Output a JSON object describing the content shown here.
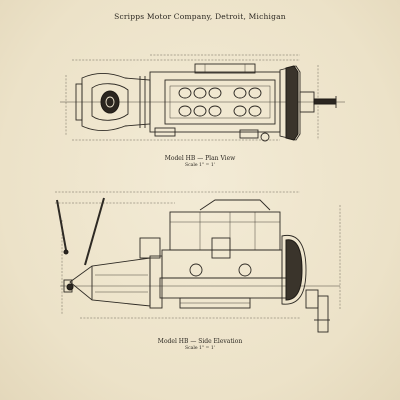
{
  "header": {
    "title": "Scripps Motor Company, Detroit, Michigan"
  },
  "plan": {
    "caption": "Model HB — Plan View",
    "scale": "Scale 1\" = 1'"
  },
  "elevation": {
    "caption": "Model HB — Side Elevation",
    "scale": "Scale 1\" = 1'"
  }
}
